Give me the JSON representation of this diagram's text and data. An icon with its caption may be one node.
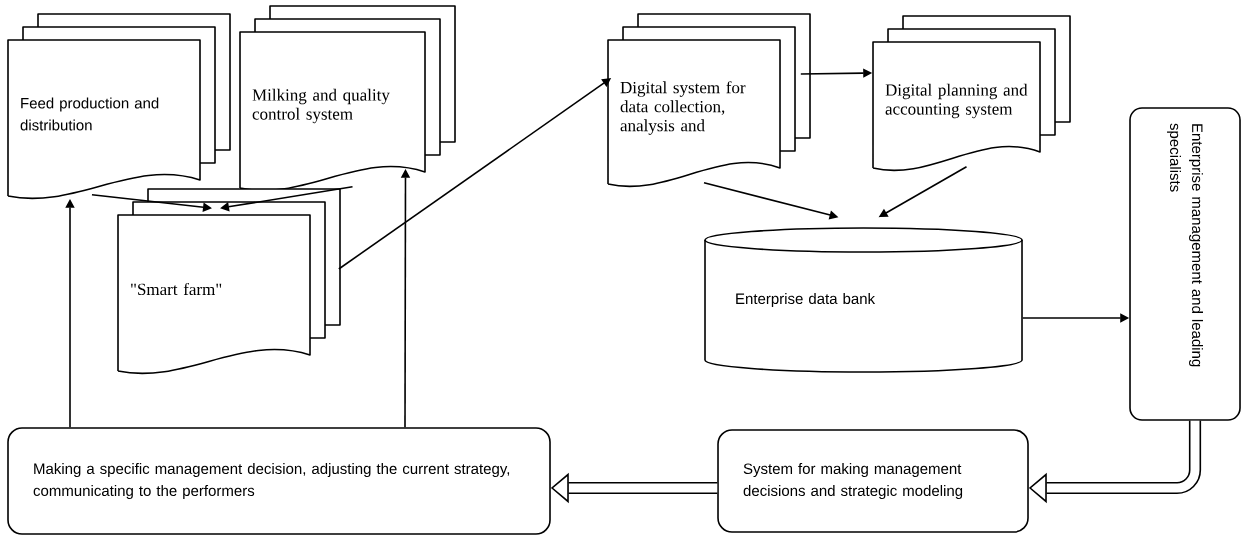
{
  "diagram": {
    "nodes": [
      {
        "text": [
          "Feed production and distribution"
        ]
      },
      {
        "text": [
          "Milking and quality control system"
        ]
      },
      {
        "text": [
          "\"Smart farm\""
        ]
      },
      {
        "text": [
          "Digital system for data collection, analysis and"
        ]
      },
      {
        "text": [
          "Digital planning and accounting system"
        ]
      },
      {
        "text": [
          "Enterprise data bank"
        ]
      },
      {
        "text": [
          "Enterprise management and leading specialists"
        ]
      },
      {
        "text": [
          "Making a specific management decision, adjusting the current strategy, communicating to the performers"
        ]
      },
      {
        "text": [
          "System for making management decisions and strategic modeling"
        ]
      }
    ],
    "edges": [
      {
        "from": 0,
        "to": 2,
        "arrow": "to"
      },
      {
        "from": 1,
        "to": 2,
        "arrow": "to"
      },
      {
        "from": 2,
        "to": 3,
        "arrow": "to"
      },
      {
        "from": 3,
        "to": 4,
        "arrow": "to"
      },
      {
        "from": 3,
        "to": 5,
        "arrow": "to"
      },
      {
        "from": 4,
        "to": 5,
        "arrow": "to"
      },
      {
        "from": 5,
        "to": 6,
        "arrow": "to"
      },
      {
        "from": 6,
        "to": 8,
        "arrow": "to",
        "style": "thick"
      },
      {
        "from": 8,
        "to": 7,
        "arrow": "to",
        "style": "thick"
      },
      {
        "from": 7,
        "to": 0,
        "arrow": "to"
      },
      {
        "from": 7,
        "to": 1,
        "arrow": "to"
      }
    ]
  }
}
